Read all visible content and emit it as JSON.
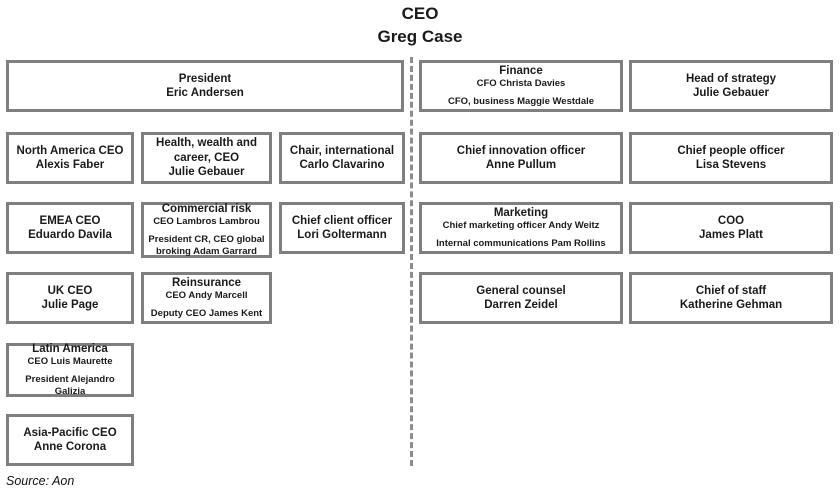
{
  "title": {
    "line1": "CEO",
    "line2": "Greg Case"
  },
  "source": "Source: Aon",
  "colors": {
    "box_border": "#7f7f7f",
    "divider": "#8c8c8c",
    "text": "#1a1a1a",
    "background": "#ffffff"
  },
  "left_side": {
    "president": {
      "title": "President",
      "sub1": "Eric Andersen"
    },
    "row2": [
      {
        "title": "North America CEO",
        "sub1": "Alexis Faber"
      },
      {
        "title": "Health, wealth and career, CEO",
        "sub1": "Julie Gebauer"
      },
      {
        "title": "Chair, international",
        "sub1": "Carlo Clavarino"
      }
    ],
    "row3": [
      {
        "title": "EMEA CEO",
        "sub1": "Eduardo Davila"
      },
      {
        "title": "Commercial risk",
        "sub1": "CEO Lambros Lambrou",
        "sub2": "President CR, CEO global broking Adam Garrard"
      },
      {
        "title": "Chief client officer",
        "sub1": "Lori Goltermann"
      }
    ],
    "row4": [
      {
        "title": "UK CEO",
        "sub1": "Julie Page"
      },
      {
        "title": "Reinsurance",
        "sub1": "CEO Andy Marcell",
        "sub2": "Deputy CEO James Kent"
      }
    ],
    "row5": [
      {
        "title": "Latin America",
        "sub1": "CEO Luis Maurette",
        "sub2": "President Alejandro Galizia"
      }
    ],
    "row6": [
      {
        "title": "Asia-Pacific CEO",
        "sub1": "Anne Corona"
      }
    ]
  },
  "right_side": {
    "row1": [
      {
        "title": "Finance",
        "sub1": "CFO Christa Davies",
        "sub2": "CFO, business Maggie Westdale"
      },
      {
        "title": "Head of strategy",
        "sub1": "Julie Gebauer"
      }
    ],
    "row2": [
      {
        "title": "Chief innovation officer",
        "sub1": "Anne Pullum"
      },
      {
        "title": "Chief people officer",
        "sub1": "Lisa Stevens"
      }
    ],
    "row3": [
      {
        "title": "Marketing",
        "sub1": "Chief marketing officer Andy Weitz",
        "sub2": "Internal communications Pam Rollins"
      },
      {
        "title": "COO",
        "sub1": "James Platt"
      }
    ],
    "row4": [
      {
        "title": "General counsel",
        "sub1": "Darren Zeidel"
      },
      {
        "title": "Chief of staff",
        "sub1": "Katherine Gehman"
      }
    ]
  }
}
